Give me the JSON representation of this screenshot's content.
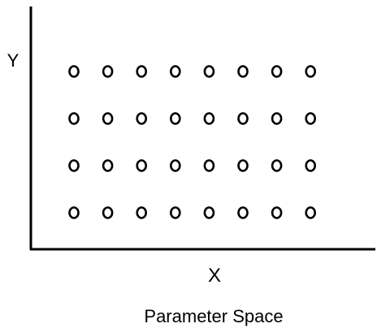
{
  "diagram": {
    "caption": "Parameter Space",
    "axes": {
      "x_label": "X",
      "y_label": "Y"
    },
    "grid": {
      "columns": 8,
      "rows": 4,
      "marker": "open-circle"
    },
    "colors": {
      "ink": "#000000",
      "background": "#ffffff"
    }
  }
}
